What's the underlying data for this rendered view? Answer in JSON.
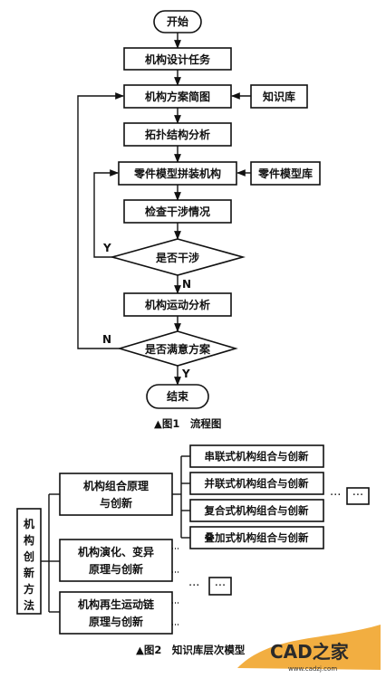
{
  "fig1": {
    "start": "开始",
    "task": "机构设计任务",
    "sketch": "机构方案简图",
    "knowledge_base": "知识库",
    "topology": "拓扑结构分析",
    "assembly": "零件模型拼装机构",
    "part_library": "零件模型库",
    "check": "检查干涉情况",
    "decision1": "是否干涉",
    "yes1": "Y",
    "no1": "N",
    "motion": "机构运动分析",
    "decision2": "是否满意方案",
    "no2": "N",
    "yes2": "Y",
    "end": "结束",
    "caption": "▲图1　流程图"
  },
  "fig2": {
    "root": [
      "机",
      "构",
      "创",
      "新",
      "方",
      "法"
    ],
    "group1": [
      "机构组合原理",
      "与创新"
    ],
    "group1_children": [
      "串联式机构组合与创新",
      "并联式机构组合与创新",
      "复合式机构组合与创新",
      "叠加式机构组合与创新"
    ],
    "group2": [
      "机构演化、变异",
      "原理与创新"
    ],
    "group3": [
      "机构再生运动链",
      "原理与创新"
    ],
    "ellipsis": "···",
    "more_box": "···",
    "caption": "▲图2　知识库层次模型"
  },
  "watermark": {
    "text": "CAD之家",
    "url": "www.cadzj.com"
  }
}
